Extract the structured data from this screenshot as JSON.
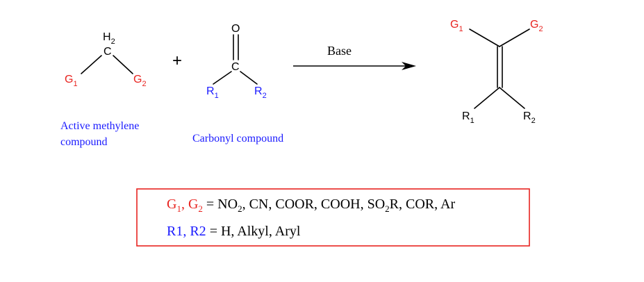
{
  "colors": {
    "g_group": "#e8231f",
    "r_group": "#1a1aff",
    "text": "#000000",
    "box_border": "#e8231f"
  },
  "reactant1": {
    "h2_H": "H",
    "h2_sub": "2",
    "carbon": "C",
    "g1_letter": "G",
    "g1_sub": "1",
    "g2_letter": "G",
    "g2_sub": "2",
    "caption_line1": "Active methylene",
    "caption_line2": "compound"
  },
  "plus_sign": "+",
  "reactant2": {
    "oxygen": "O",
    "carbon": "C",
    "r1_letter": "R",
    "r1_sub": "1",
    "r2_letter": "R",
    "r2_sub": "2",
    "caption": "Carbonyl compound"
  },
  "arrow": {
    "label": "Base"
  },
  "product": {
    "g1_letter": "G",
    "g1_sub": "1",
    "g2_letter": "G",
    "g2_sub": "2",
    "r1_letter": "R",
    "r1_sub": "1",
    "r2_letter": "R",
    "r2_sub": "2"
  },
  "legend": {
    "g_line": {
      "g1": "G",
      "g1_sub": "1",
      "comma": ", ",
      "g2": "G",
      "g2_sub": "2",
      "eq1": " = NO",
      "no2_sub": "2",
      "mid": ", CN, COOR, COOH, SO",
      "so2_sub": "2",
      "end": "R, COR, Ar"
    },
    "r_line": {
      "label": "R1, R2",
      "rest": " = H, Alkyl, Aryl"
    }
  }
}
